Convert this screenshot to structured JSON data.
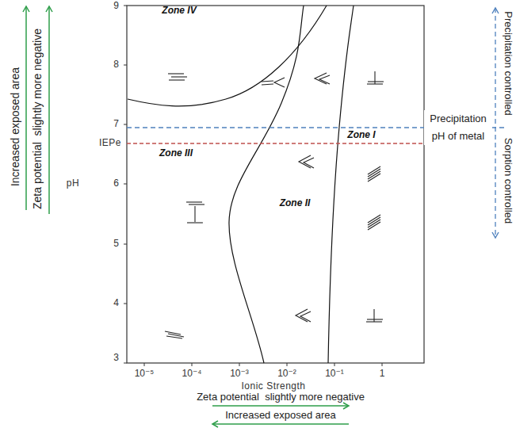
{
  "diagram": {
    "labels": [
      "Zone IV",
      "Zone III",
      "Zone II",
      "Zone I",
      "9",
      "8",
      "7",
      "6",
      "5",
      "4",
      "3",
      "pH",
      "IEPe",
      "10⁻⁵",
      "10⁻⁴",
      "10⁻³",
      "10⁻²",
      "10⁻¹",
      "1",
      "Ionic Strength",
      "Precipitation pH of metal",
      "Precipitation controlled",
      "Sorption controlled",
      "Increased exposed area",
      "Zeta potential  slightly more negative",
      "Zeta potential  slightly more negative",
      "Increased exposed area"
    ]
  }
}
